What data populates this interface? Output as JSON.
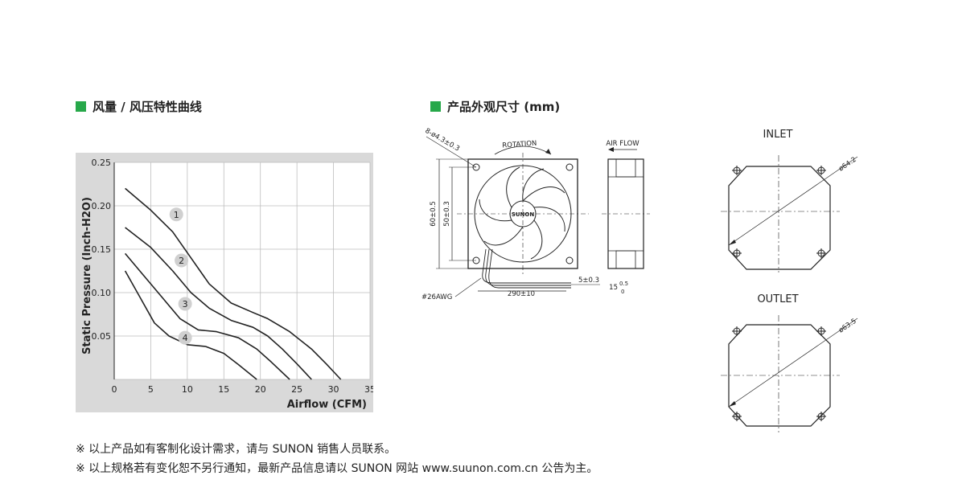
{
  "sections": {
    "curve_title": "风量 / 风压特性曲线",
    "dimension_title": "产品外观尺寸 (mm)"
  },
  "colors": {
    "section_marker": "#27a84a",
    "chart_background": "#d9d9d9",
    "curve_color": "#222222"
  },
  "chart_data": {
    "type": "line",
    "xlabel": "Airflow (CFM)",
    "ylabel": "Static Pressure (Inch-H2O)",
    "xlim": [
      0,
      35
    ],
    "ylim": [
      0,
      0.25
    ],
    "x_ticks": [
      "0",
      "5",
      "10",
      "15",
      "20",
      "25",
      "30",
      "35"
    ],
    "y_ticks": [
      "0.05",
      "0.10",
      "0.15",
      "0.20",
      "0.25"
    ],
    "grid": true,
    "series": [
      {
        "name": "1",
        "points": [
          [
            1.5,
            0.22
          ],
          [
            5,
            0.195
          ],
          [
            8,
            0.17
          ],
          [
            10.5,
            0.14
          ],
          [
            13,
            0.11
          ],
          [
            16,
            0.088
          ],
          [
            19,
            0.077
          ],
          [
            21,
            0.07
          ],
          [
            24,
            0.055
          ],
          [
            27,
            0.035
          ],
          [
            29,
            0.018
          ],
          [
            31,
            0.0
          ]
        ]
      },
      {
        "name": "2",
        "points": [
          [
            1.5,
            0.175
          ],
          [
            5,
            0.152
          ],
          [
            8,
            0.125
          ],
          [
            10.5,
            0.1
          ],
          [
            13,
            0.082
          ],
          [
            16,
            0.068
          ],
          [
            19,
            0.06
          ],
          [
            21,
            0.05
          ],
          [
            23,
            0.035
          ],
          [
            25,
            0.018
          ],
          [
            27,
            0.0
          ]
        ]
      },
      {
        "name": "3",
        "points": [
          [
            1.5,
            0.145
          ],
          [
            4,
            0.12
          ],
          [
            6.5,
            0.095
          ],
          [
            9,
            0.07
          ],
          [
            11.5,
            0.057
          ],
          [
            14,
            0.055
          ],
          [
            17,
            0.048
          ],
          [
            19.5,
            0.035
          ],
          [
            21.5,
            0.02
          ],
          [
            24,
            0.0
          ]
        ]
      },
      {
        "name": "4",
        "points": [
          [
            1.5,
            0.125
          ],
          [
            3.5,
            0.095
          ],
          [
            5.5,
            0.065
          ],
          [
            7.5,
            0.05
          ],
          [
            10,
            0.04
          ],
          [
            12.5,
            0.038
          ],
          [
            15,
            0.03
          ],
          [
            17,
            0.017
          ],
          [
            19.5,
            0.0
          ]
        ]
      }
    ],
    "curve_labels": [
      {
        "text": "1",
        "x": 8.5,
        "y": 0.19
      },
      {
        "text": "2",
        "x": 9.2,
        "y": 0.137
      },
      {
        "text": "3",
        "x": 9.7,
        "y": 0.087
      },
      {
        "text": "4",
        "x": 9.7,
        "y": 0.048
      }
    ]
  },
  "drawing": {
    "hole_spec": "8-ø4.3±0.3",
    "rotation": "ROTATION",
    "air_flow": "AIR FLOW",
    "brand": "SUNON",
    "dim_outer": "60±0.5",
    "dim_inner": "50±0.3",
    "wire_gauge": "#26AWG",
    "lead_length": "290±10",
    "strip_length": "5±0.3",
    "thickness_base": "15",
    "thickness_tol_plus": "0.5",
    "thickness_tol_minus": "0"
  },
  "inlet": {
    "label": "INLET",
    "diameter": "ø64.2"
  },
  "outlet": {
    "label": "OUTLET",
    "diameter": "ø63.5"
  },
  "notes": [
    "※ 以上产品如有客制化设计需求，请与 SUNON 销售人员联系。",
    "※ 以上规格若有变化恕不另行通知，最新产品信息请以 SUNON 网站 www.suunon.com.cn 公告为主。"
  ]
}
